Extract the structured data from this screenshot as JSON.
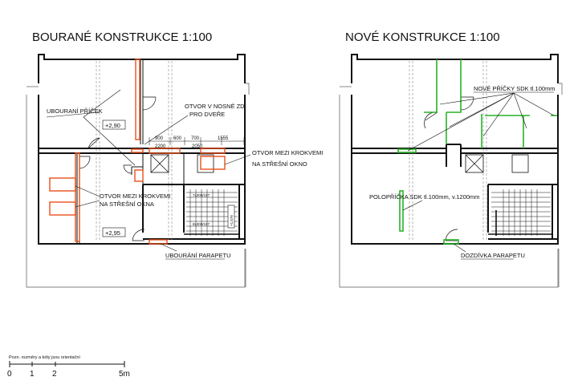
{
  "left_plan": {
    "title": "BOURANÉ KONSTRUKCE 1:100",
    "labels": {
      "ubourani_pricek": "UBOURANÍ PŘÍČEK",
      "otvor_nosne_1": "OTVOR V NOSNÉ ZDI",
      "otvor_nosne_2": "PRO DVEŘE",
      "otvor_right_1": "OTVOR MEZI KROKVEMI",
      "otvor_right_2": "NA STŘEŠNÍ OKNO",
      "otvor_left_1": "OTVOR MEZI KROKVEMI",
      "otvor_left_2": "NA STŘEŠNÍ OKNA",
      "ubourani_parapetu": "UBOURÁNÍ PARAPETU"
    },
    "levels": {
      "upper": "+2,90",
      "lower": "+2,95",
      "stair": "+1,576"
    },
    "dimensions": {
      "d900": "900",
      "d600": "600",
      "d700": "700",
      "d1555": "1555",
      "d2200": "2200",
      "d2050": "2050"
    },
    "stairs": {
      "upper": "7x300/197",
      "lower": "8x300/197"
    }
  },
  "right_plan": {
    "title": "NOVÉ KONSTRUKCE 1:100",
    "labels": {
      "nove_pricky": "NOVÉ PŘÍČKY SDK tl.100mm",
      "polopricka": "POLOPŘÍČKA SDK tl.100mm, v.1200mm",
      "dozdivka": "DOZDÍVKA PARAPETU"
    }
  },
  "footer": {
    "note": "Pozn. rozměry a kóty jsou orientační",
    "scale_labels": [
      "0",
      "1",
      "2",
      "5m"
    ]
  },
  "colors": {
    "demolition": "#e8501a",
    "new": "#27b327",
    "wall": "#111111"
  }
}
